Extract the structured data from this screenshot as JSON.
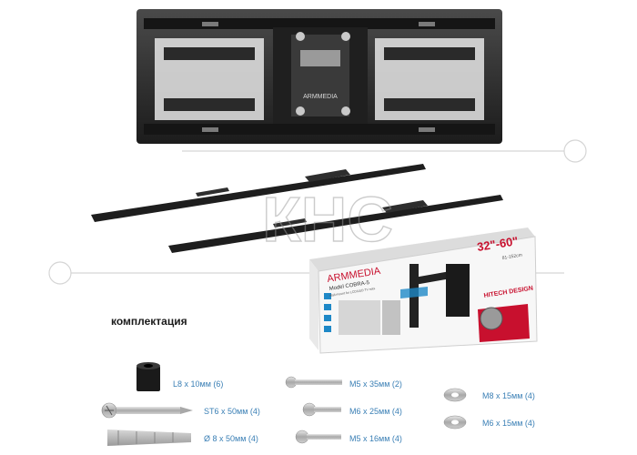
{
  "kit_heading": "комплектация",
  "watermark": "КНС",
  "bracket_brand": "ARMMEDIA",
  "box": {
    "brand": "ARMMEDIA",
    "model": "Model COBRA-5",
    "subtitle": "Wall mount for LCD/LED TV sets",
    "size": "32\"-60\"",
    "size_small": "81-152cm",
    "badge": "HITECH DESIGN"
  },
  "parts": [
    {
      "label": "L8 x 10мм (6)"
    },
    {
      "label": "M5 x 35мм (2)"
    },
    {
      "label": "ST6 x 50мм (4)"
    },
    {
      "label": "M6 x 25мм (4)"
    },
    {
      "label": "M8 x 15мм (4)"
    },
    {
      "label": "Ø 8 x 50мм (4)"
    },
    {
      "label": "M5 x 16мм (4)"
    },
    {
      "label": "M6 x 15мм (4)"
    }
  ],
  "colors": {
    "metal": "#2b2b2b",
    "label_blue": "#3a7fb5",
    "box_red": "#c8102e",
    "box_blue": "#1e88c7"
  }
}
